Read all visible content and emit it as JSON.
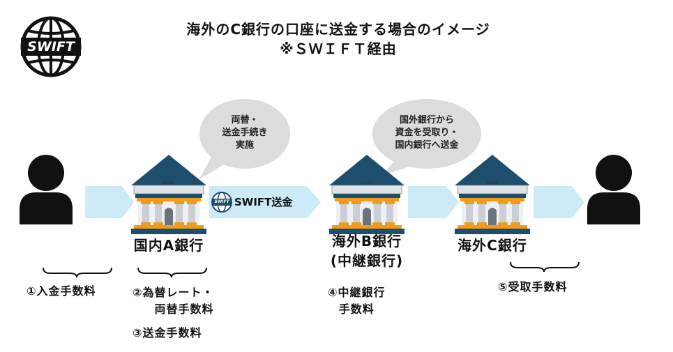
{
  "title": {
    "line1": "海外のC銀行の口座に送金する場合のイメージ",
    "line2": "※ＳＷＩＦＴ経由"
  },
  "logo": {
    "text": "SWIFT"
  },
  "transfer": {
    "icon_text": "SWIFT",
    "label": "SWIFT送金"
  },
  "banks": {
    "sign_text": "BANK",
    "a": {
      "name": "国内A銀行"
    },
    "b": {
      "name_line1": "海外B銀行",
      "name_line2": "(中継銀行)"
    },
    "c": {
      "name": "海外C銀行"
    }
  },
  "bubbles": {
    "left": {
      "line1": "両替・",
      "line2": "送金手続き",
      "line3": "実施"
    },
    "right": {
      "line1": "国外銀行から",
      "line2": "資金を受取り・",
      "line3": "国内銀行へ送金"
    }
  },
  "fees": {
    "fee1": "①入金手数料",
    "fee2_line1": "②為替レート・",
    "fee2_line2": "両替手数料",
    "fee3": "③送金手数料",
    "fee4_line1": "④中継銀行",
    "fee4_line2": "手数料",
    "fee5": "⑤受取手数料"
  },
  "colors": {
    "arrow": "#cdeaf8",
    "roof": "#1e4e6e",
    "column": "#f29a1c",
    "building": "#dfe3e6",
    "bubble": "#dcdcdc"
  }
}
